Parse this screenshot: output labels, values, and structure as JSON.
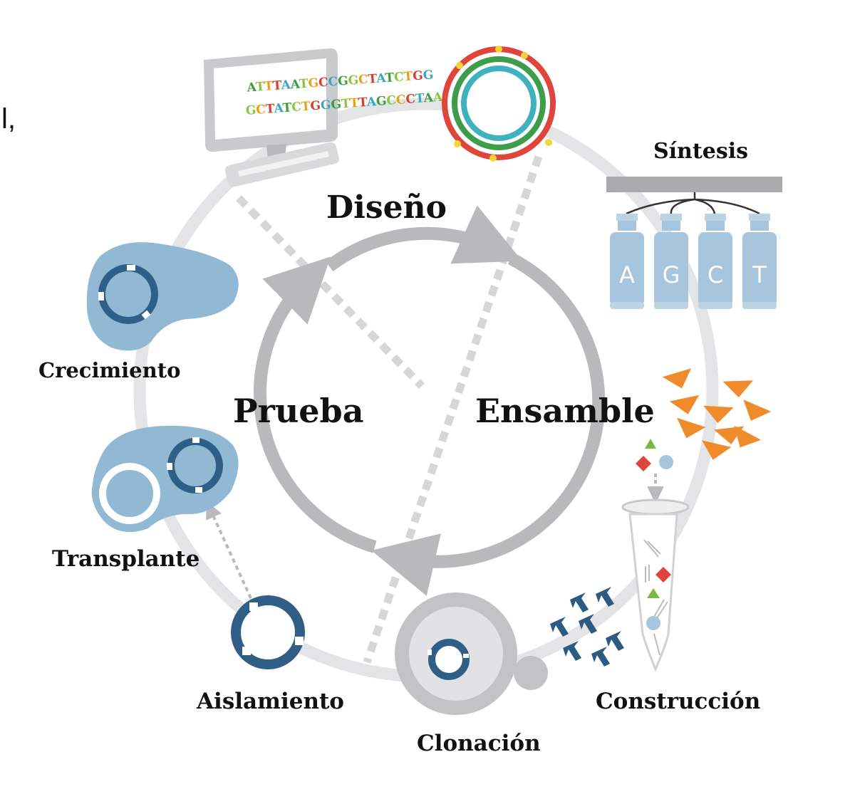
{
  "fragment": "l,",
  "stages": {
    "design": "Diseño",
    "assembly": "Ensamble",
    "test": "Prueba"
  },
  "steps": {
    "synthesis": "Síntesis",
    "construction": "Construcción",
    "cloning": "Clonación",
    "isolation": "Aislamiento",
    "transplant": "Transplante",
    "growth": "Crecimiento"
  },
  "sequence": {
    "line1": "ATTTAATGCCGGCTATCTGG",
    "line2": "GCTATCTGGGTTTAGCCCTAAA",
    "colors": [
      "#d93b2f",
      "#3b9c3a",
      "#e6a317",
      "#3aa6c4",
      "#8ac43f"
    ]
  },
  "nucleotides": [
    "A",
    "G",
    "C",
    "T"
  ],
  "colors": {
    "outer_ring": "#e3e4e6",
    "inner_cycle": "#b8b9bb",
    "dash": "#d5d6d8",
    "cell": "#92b9d3",
    "plasmid": "#2f5f86",
    "vial": "#a7c6dd",
    "fragment": "#f08b2c",
    "dark_arrow": "#2c5a82",
    "plasmid_red": "#e0453c",
    "plasmid_green": "#3e9d48",
    "plasmid_teal": "#3fb2bf",
    "marker_yellow": "#f5d438"
  }
}
